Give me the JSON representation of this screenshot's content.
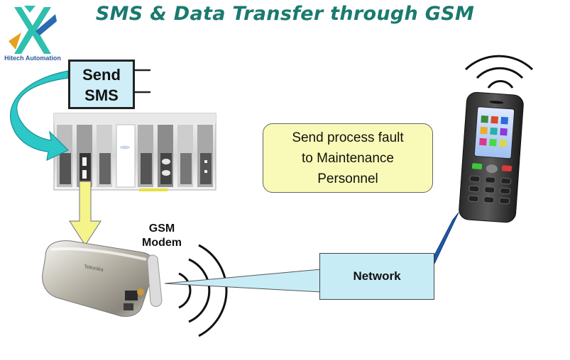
{
  "title": "SMS & Data Transfer through GSM",
  "logo": {
    "text": "Hitech Automation",
    "icon": "hitech-logo-icon"
  },
  "send_sms": {
    "line1": "Send",
    "line2": "SMS"
  },
  "fault_box": {
    "line1": "Send process fault",
    "line2": "to Maintenance",
    "line3": "Personnel"
  },
  "modem": {
    "line1": "GSM",
    "line2": "Modem",
    "brand": "Teltonika"
  },
  "network": {
    "label": "Network"
  },
  "colors": {
    "title": "#1a7a6e",
    "send_sms_fill": "#cfeef8",
    "fault_fill": "#fafab8",
    "network_fill": "#c7ecf6",
    "arrow_teal": "#2cc8c8",
    "arrow_yellow": "#f4f48a",
    "link_blue": "#1e5aa8"
  }
}
